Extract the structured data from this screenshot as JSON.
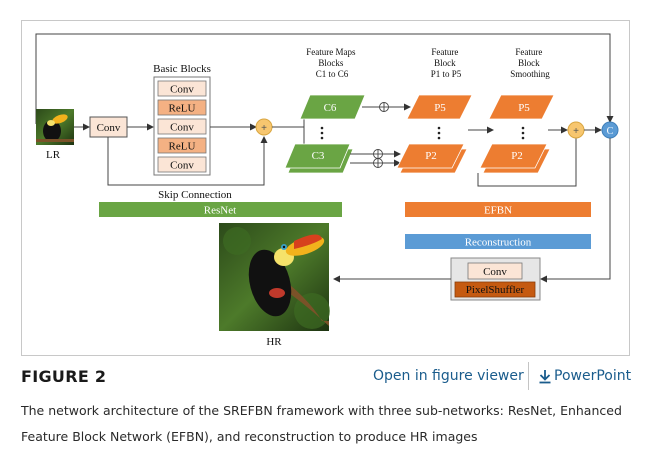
{
  "figure": {
    "label": "FIGURE 2",
    "caption": "The network architecture of the SREFBN framework with three sub-networks: ResNet, Enhanced Feature Block Network (EFBN), and reconstruction to produce HR images",
    "actions": {
      "viewer": "Open in figure viewer",
      "powerpoint": "PowerPoint"
    }
  },
  "diagram": {
    "input_label": "LR",
    "output_label": "HR",
    "conv": "Conv",
    "basic_blocks": {
      "title": "Basic Blocks",
      "layers": [
        "Conv",
        "ReLU",
        "Conv",
        "ReLU",
        "Conv"
      ]
    },
    "skip_connection": "Skip Connection",
    "plus_symbol": "+",
    "feature_maps": {
      "title_lines": [
        "Feature Maps",
        "Blocks",
        "C1 to C6"
      ],
      "top": "C6",
      "bottom": "C3"
    },
    "feature_block": {
      "title_lines": [
        "Feature",
        "Block",
        "P1 to P5"
      ],
      "top": "P5",
      "bottom": "P2"
    },
    "smoothing": {
      "title_lines": [
        "Feature",
        "Block",
        "Smoothing"
      ],
      "top": "P5",
      "bottom": "P2"
    },
    "concat_symbol": "C",
    "bars": {
      "resnet": "ResNet",
      "efbn": "EFBN",
      "reconstruction": "Reconstruction"
    },
    "upsampler": {
      "conv": "Conv",
      "shuffler": "PixelShuffler"
    },
    "colors": {
      "green": "#6aa544",
      "orange": "#ed7d31",
      "blue": "#5b9bd5",
      "peach": "#fbe5d6",
      "yellow": "#f7c66f"
    }
  }
}
